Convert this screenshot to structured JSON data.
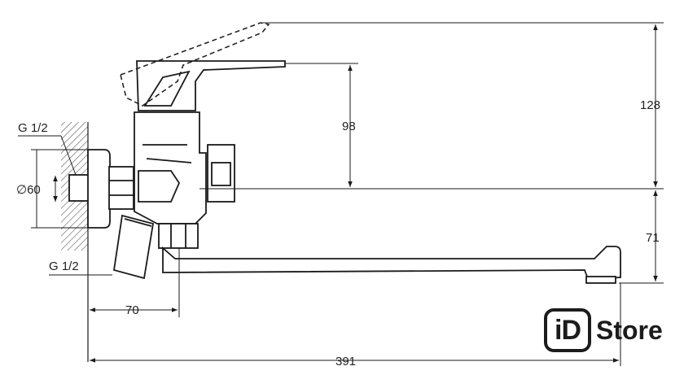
{
  "dimensions": {
    "thread_top": "G 1/2",
    "diameter": "∅60",
    "thread_bottom": "G 1/2",
    "h_98": "98",
    "h_128": "128",
    "h_71": "71",
    "w_70": "70",
    "w_391": "391"
  },
  "logo": {
    "mark": "iD",
    "word": "Store"
  },
  "colors": {
    "line": "#1a1a1a",
    "hatch": "#555555"
  }
}
